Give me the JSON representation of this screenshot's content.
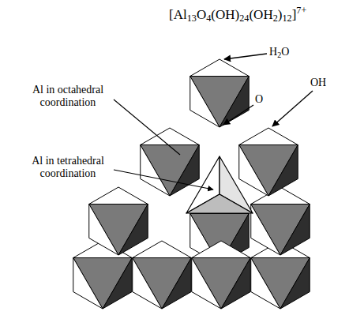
{
  "diagram": {
    "title": "[Al13O4(OH)24(OH2)12]7+",
    "labels": [
      "H2O",
      "O",
      "OH",
      "Al in octahedral coordination",
      "Al in tetrahedral coordination"
    ]
  }
}
